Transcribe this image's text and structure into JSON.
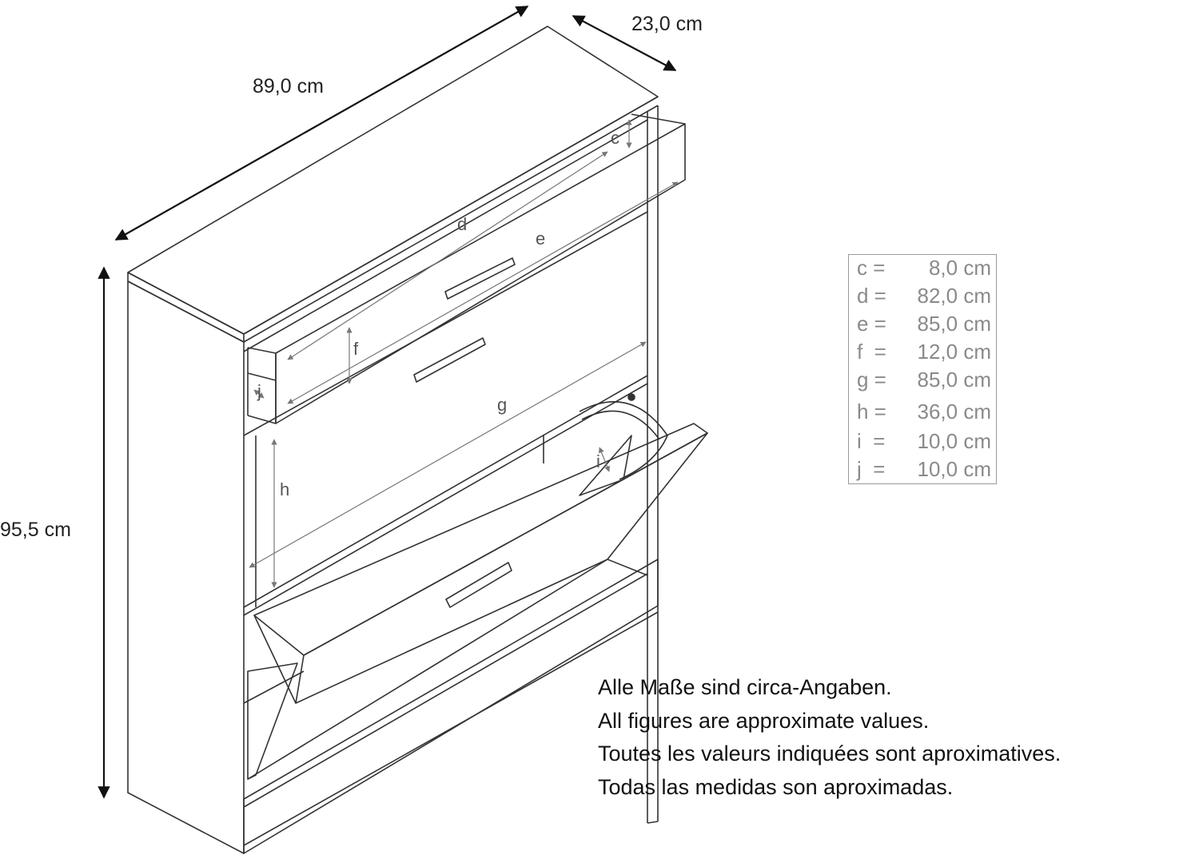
{
  "dimensions": {
    "width": "89,0 cm",
    "depth": "23,0 cm",
    "height": "95,5 cm"
  },
  "part_labels": {
    "c": "c",
    "d": "d",
    "e": "e",
    "f": "f",
    "g": "g",
    "h": "h",
    "i": "i",
    "j": "j"
  },
  "legend": [
    {
      "key": "c =",
      "value": "8,0 cm"
    },
    {
      "key": "d =",
      "value": "82,0 cm"
    },
    {
      "key": "e =",
      "value": "85,0 cm"
    },
    {
      "key": "f  =",
      "value": "12,0 cm"
    },
    {
      "key": "g =",
      "value": "85,0 cm"
    },
    {
      "key": "h =",
      "value": "36,0 cm"
    },
    {
      "key": "i  =",
      "value": "10,0 cm"
    },
    {
      "key": "j  =",
      "value": "10,0 cm"
    }
  ],
  "notes": [
    "Alle Maße sind circa-Angaben.",
    "All figures are approximate values.",
    "Toutes les valeurs indiquées sont aproximatives.",
    "Todas las medidas son aproximadas."
  ],
  "colors": {
    "outline": "#333333",
    "dimension_arrow": "#111111",
    "interior_dim": "#777777",
    "legend_text": "#8a8a8a"
  }
}
